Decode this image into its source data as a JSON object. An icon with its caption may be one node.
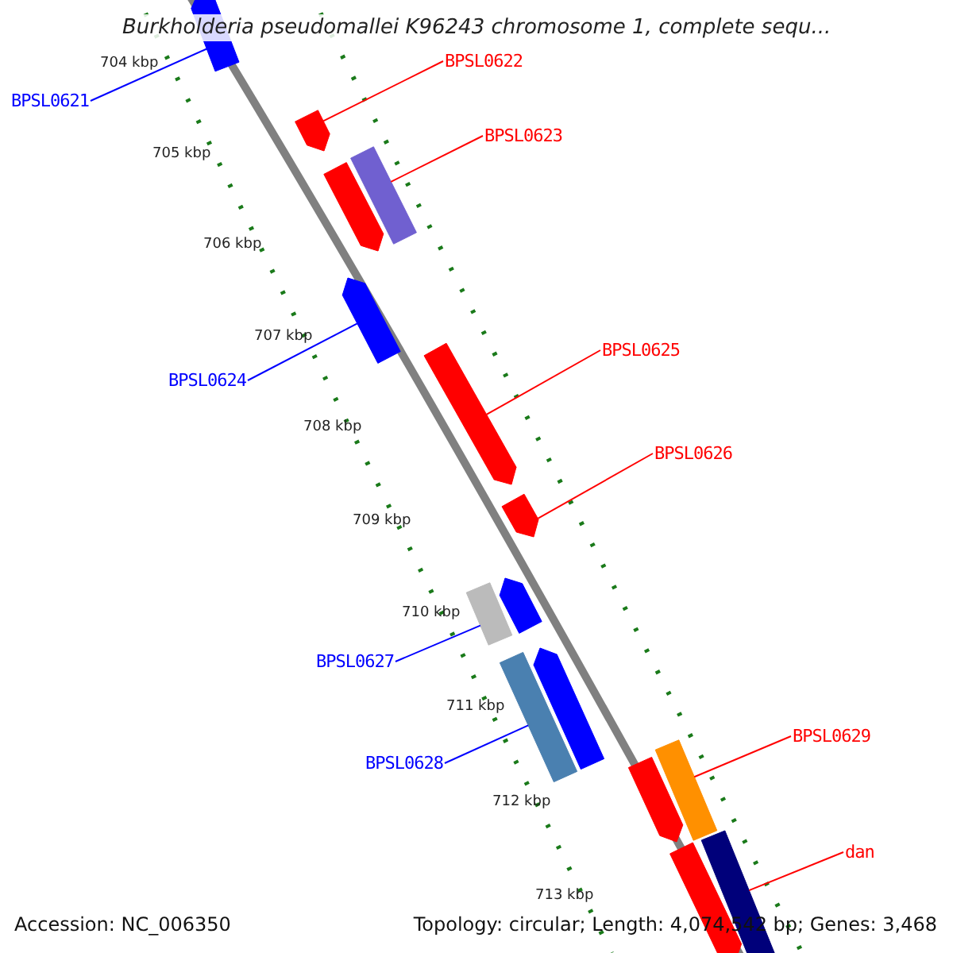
{
  "diagram": {
    "title": "Burkholderia pseudomallei K96243 chromosome 1, complete sequ...",
    "nodes": [
      {
        "text": [],
        "shape": "bar"
      },
      {
        "text": [
          "BPSL0622"
        ]
      },
      {
        "text": [
          "BPSL0621"
        ]
      },
      {
        "text": [],
        "shape": "bar"
      },
      {
        "text": [
          "BPSL0623"
        ]
      },
      {
        "text": [],
        "shape": "bar"
      },
      {
        "text": [],
        "shape": "bar"
      },
      {
        "text": [],
        "shape": "bar"
      },
      {
        "text": [
          "BPSL0624"
        ]
      },
      {
        "text": [],
        "shape": "bar"
      },
      {
        "text": [
          "BPSL0625"
        ]
      },
      {
        "text": [
          "BPSL0626"
        ]
      },
      {
        "text": [],
        "shape": "bar"
      },
      {
        "text": [],
        "shape": "bar"
      },
      {
        "text": [],
        "shape": "bar"
      },
      {
        "text": [],
        "shape": "bar"
      },
      {
        "text": [],
        "shape": "bar"
      },
      {
        "text": [
          "BPSL0627"
        ]
      },
      {
        "text": [
          "BPSL0629"
        ]
      },
      {
        "text": [],
        "shape": "bar"
      },
      {
        "text": [],
        "shape": "bar"
      },
      {
        "text": [
          "BPSL0628"
        ]
      },
      {
        "text": [],
        "shape": "bar"
      },
      {
        "text": [],
        "shape": "bar"
      },
      {
        "text": [
          "dan"
        ]
      }
    ],
    "edges": [
      {
        "from": 2,
        "to": 0,
        "arrow": "none",
        "color": "#0000ff"
      },
      {
        "from": 1,
        "to": 3,
        "arrow": "none"
      },
      {
        "from": 4,
        "to": 5,
        "arrow": "none"
      },
      {
        "from": 8,
        "to": 7,
        "arrow": "none",
        "color": "#0000ff"
      },
      {
        "from": 10,
        "to": 9,
        "arrow": "none"
      },
      {
        "from": 11,
        "to": 12,
        "arrow": "none"
      },
      {
        "from": 17,
        "to": 14,
        "arrow": "none",
        "color": "#0000ff"
      },
      {
        "from": 21,
        "to": 16,
        "arrow": "none",
        "color": "#0000ff"
      },
      {
        "from": 18,
        "to": 19,
        "arrow": "none"
      },
      {
        "from": 24,
        "to": 22,
        "arrow": "none"
      }
    ],
    "labels": [
      "704 kbp",
      "705 kbp",
      "706 kbp",
      "707 kbp",
      "708 kbp",
      "709 kbp",
      "710 kbp",
      "711 kbp",
      "712 kbp",
      "713 kbp",
      "Accession: NC_006350",
      "Topology: circular; Length: 4,074,542 bp; Genes: 3,468"
    ]
  }
}
